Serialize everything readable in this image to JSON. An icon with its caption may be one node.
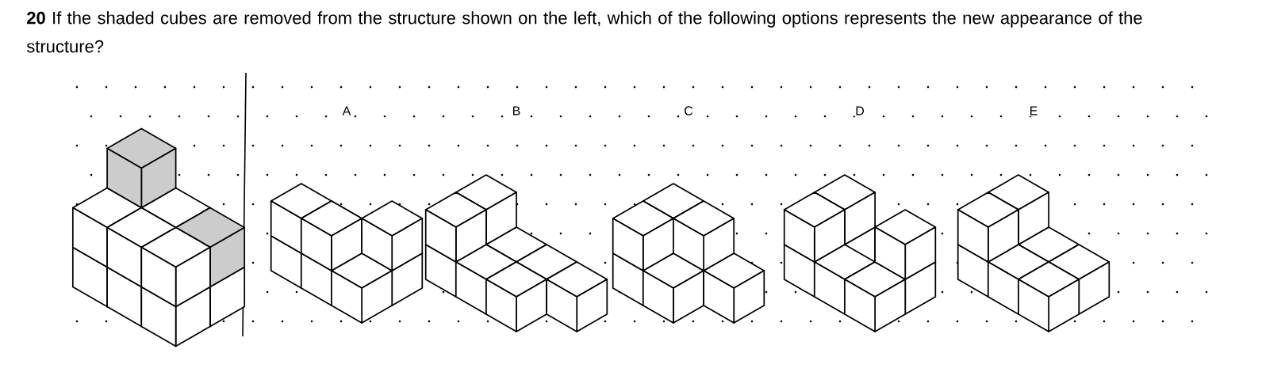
{
  "diagram": {
    "title": "**20** If the shaded cubes are removed from the structure shown on the left, which of the following options represents the new appearance of the structure?",
    "labels": [
      "A",
      "B",
      "C",
      "D",
      "E"
    ]
  }
}
